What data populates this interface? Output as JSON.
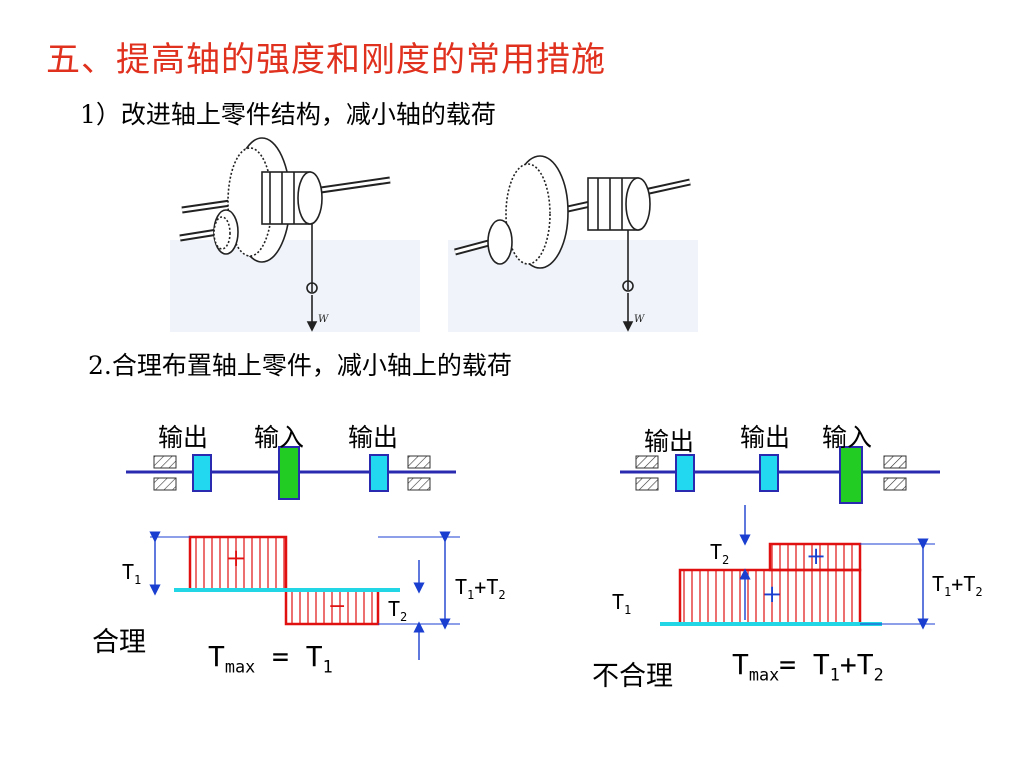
{
  "title": "五、提高轴的强度和刚度的常用措施",
  "point1": "1）改进轴上零件结构，减小轴的载荷",
  "point2": "2.合理布置轴上零件，减小轴上的载荷",
  "left_diagram": {
    "labels": [
      "输出",
      "输入",
      "输出"
    ],
    "verdict": "合理",
    "t1": "T",
    "t1_sub": "1",
    "t2": "T",
    "t2_sub": "2",
    "sum": "T",
    "sum_sub1": "1",
    "sum_plus": "+T",
    "sum_sub2": "2",
    "tmax": "T",
    "tmax_sub": "max",
    "tmax_eq": " = T",
    "tmax_val_sub": "1",
    "plus": "+",
    "minus": "−"
  },
  "right_diagram": {
    "labels": [
      "输出",
      "输出",
      "输入"
    ],
    "verdict": "不合理",
    "t1": "T",
    "t1_sub": "1",
    "t2": "T",
    "t2_sub": "2",
    "sum": "T",
    "sum_sub1": "1",
    "sum_plus": "+T",
    "sum_sub2": "2",
    "tmax": "T",
    "tmax_sub": "max",
    "tmax_eq": "= T",
    "tmax_val_sub1": "1",
    "tmax_plus": "+T",
    "tmax_val_sub2": "2",
    "plus_top": "+",
    "plus_bottom": "+"
  },
  "figure_load_label": "W",
  "colors": {
    "title": "#e0301e",
    "shaft": "#2a2ab0",
    "bar_red": "#e01010",
    "baseline": "#22d6e6",
    "gear_green": "#22cc22",
    "gear_cyan": "#22d8f0",
    "dimension": "#1a3fd0"
  }
}
